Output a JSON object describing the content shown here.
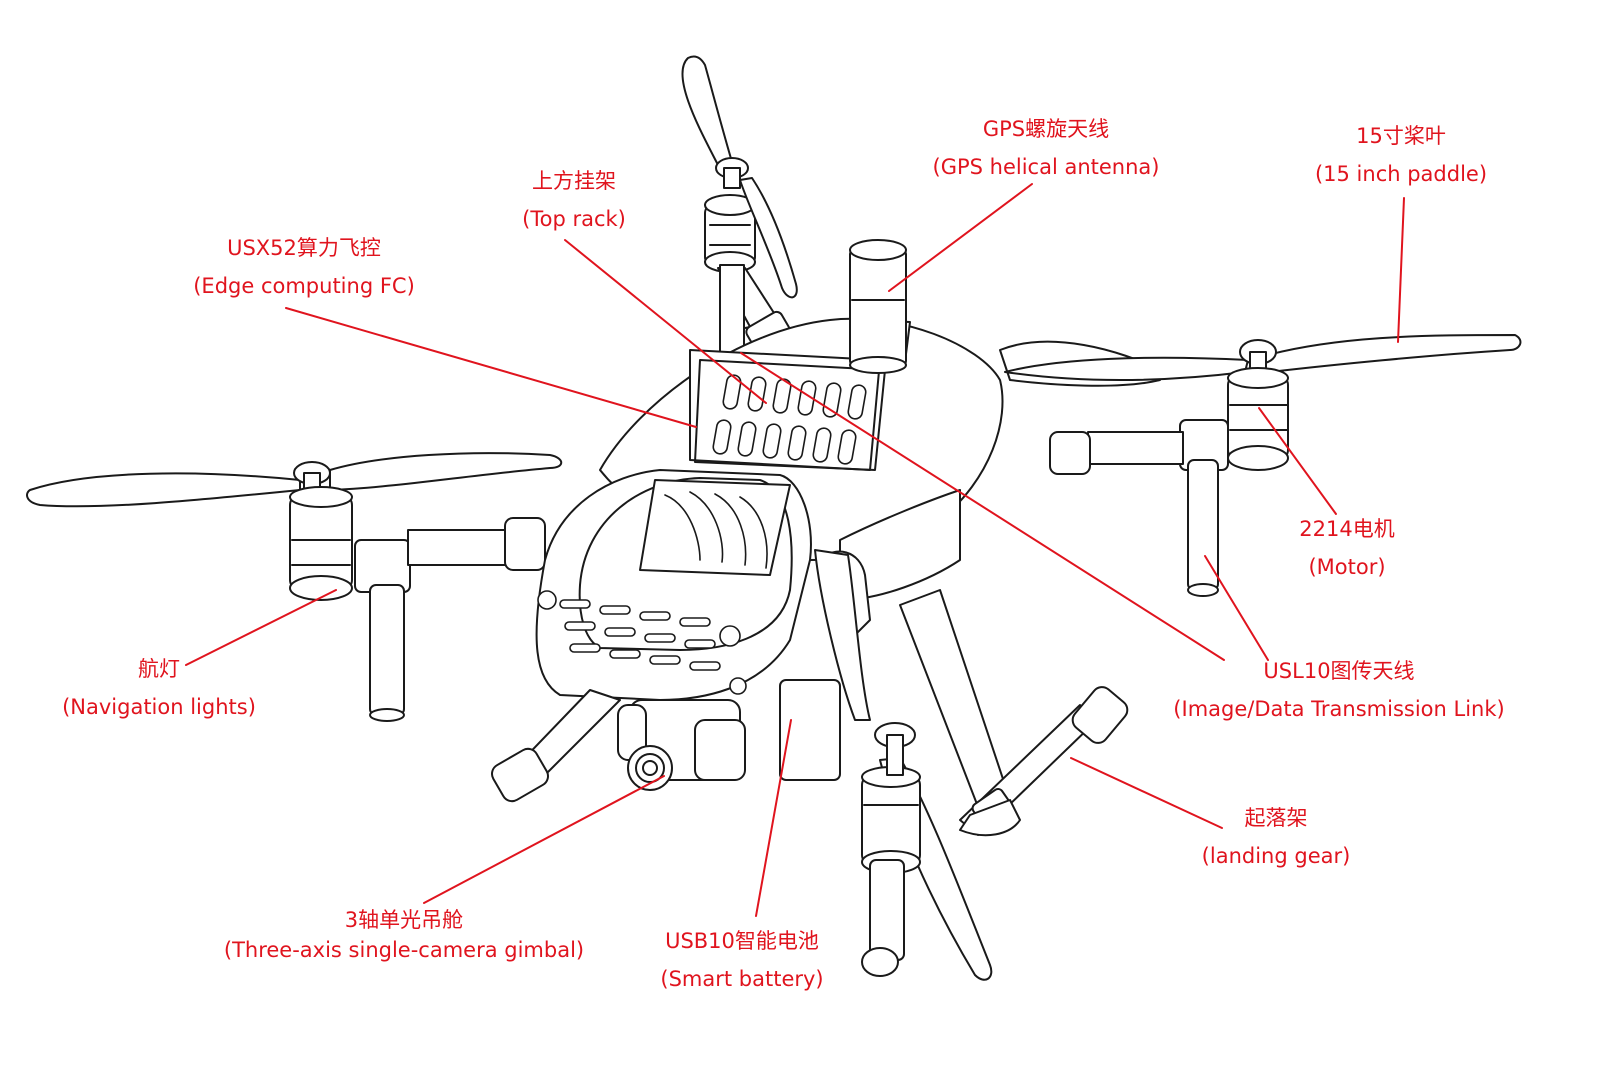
{
  "colors": {
    "label": "#e0141e",
    "leader": "#e0141e",
    "outline": "#1a1a1a",
    "fill": "#ffffff"
  },
  "labels": [
    {
      "id": "gps-antenna",
      "zh": "GPS螺旋天线",
      "en": "(GPS helical antenna)"
    },
    {
      "id": "propeller",
      "zh": "15寸桨叶",
      "en": "(15 inch paddle)"
    },
    {
      "id": "top-rack",
      "zh": "上方挂架",
      "en": "(Top rack)"
    },
    {
      "id": "flight-controller",
      "zh": "USX52算力飞控",
      "en": "(Edge computing FC)"
    },
    {
      "id": "motor",
      "zh": "2214电机",
      "en": "(Motor)"
    },
    {
      "id": "navigation-lights",
      "zh": "航灯",
      "en": "(Navigation lights)"
    },
    {
      "id": "image-link",
      "zh": "USL10图传天线",
      "en": "(Image/Data Transmission Link)"
    },
    {
      "id": "landing-gear",
      "zh": "起落架",
      "en": "(landing gear)"
    },
    {
      "id": "gimbal",
      "zh": "3轴单光吊舱",
      "en": "(Three-axis single-camera gimbal)"
    },
    {
      "id": "battery",
      "zh": "USB10智能电池",
      "en": "(Smart battery)"
    }
  ]
}
